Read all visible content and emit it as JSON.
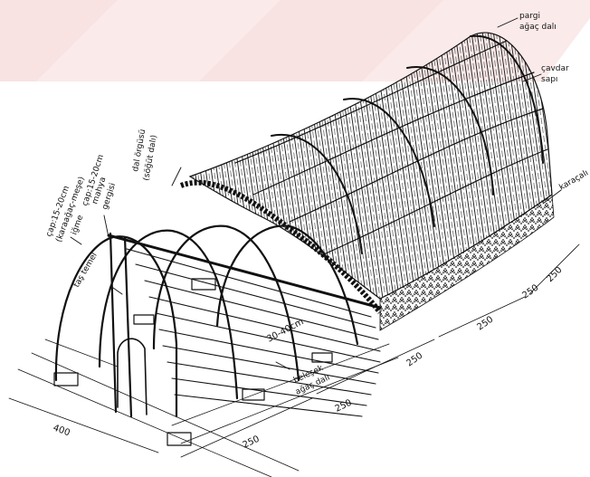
{
  "labels": {
    "pargi": "pargi",
    "agac_dali": "ağaç dalı",
    "cavdar": "çavdar",
    "sapi": "sapı",
    "karacali": "karaçalı",
    "dal_orgusu": "dal örgüsü",
    "sogut_dali": "(söğüt dalı)",
    "cap_mahya_1": "çap:15-20cm",
    "cap_mahya_2": "mahya",
    "cap_mahya_3": "gergisi",
    "cap_igme_1": "çap:15-20cm",
    "cap_igme_2": "(karaağaç-meşe)",
    "cap_igme_3": "iğme",
    "tas_temel": "taş temel",
    "spacing": "30-40cm",
    "belesek_1": "beleşek",
    "belesek_2": "ağaç dalı",
    "dim_400": "400",
    "dim_250_a": "250",
    "dim_250_b": "250",
    "dim_250_c": "250",
    "dim_250_d": "250",
    "dim_250_e": "250",
    "dim_250_f": "250"
  },
  "colors": {
    "ink": "#111111",
    "watermark": "#f7dcdc"
  }
}
